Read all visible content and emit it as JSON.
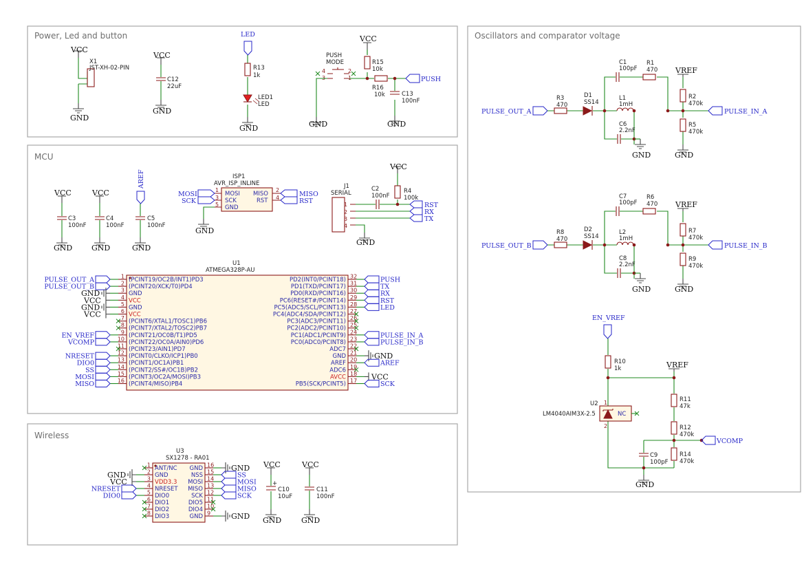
{
  "frames": {
    "power": "Power, Led and button",
    "mcu": "MCU",
    "wireless": "Wireless",
    "osc": "Oscillators and comparator voltage"
  },
  "power_nets": {
    "vcc": "VCC",
    "gnd": "GND",
    "vref": "VREF"
  },
  "power_section": {
    "x1_ref": "X1",
    "x1_val": "JST-XH-02-PIN",
    "c12_ref": "C12",
    "c12_val": "22uF",
    "led_net": "LED",
    "r13_ref": "R13",
    "r13_val": "1k",
    "led1_ref": "LED1",
    "led1_val": "LED",
    "button_ref": "PUSH",
    "button_val": "MODE",
    "r15_ref": "R15",
    "r15_val": "10k",
    "r16_ref": "R16",
    "r16_val": "10k",
    "c13_ref": "C13",
    "c13_val": "100nF",
    "push_net": "PUSH"
  },
  "mcu_section": {
    "c3_ref": "C3",
    "c3_val": "100nF",
    "c4_ref": "C4",
    "c4_val": "100nF",
    "c5_ref": "C5",
    "c5_val": "100nF",
    "aref_net": "AREF",
    "isp_ref": "ISP1",
    "isp_val": "AVR_ISP_INLINE",
    "isp_pins": [
      "MOSI",
      "SCK",
      "GND",
      "MISO",
      "RST"
    ],
    "isp_nets": [
      "MOSI",
      "SCK",
      "MISO",
      "RST"
    ],
    "j1_ref": "J1",
    "j1_val": "SERIAL",
    "c2_ref": "C2",
    "c2_val": "100nF",
    "r4_ref": "R4",
    "r4_val": "100k",
    "serial_nets": [
      "RST",
      "RX",
      "TX"
    ],
    "u1_ref": "U1",
    "u1_val": "ATMEGA328P-AU",
    "left_pins": [
      {
        "num": "1",
        "name": "(PCINT19/OC2B/INT1)PD3",
        "net": "PULSE_OUT_A"
      },
      {
        "num": "2",
        "name": "(PCINT20/XCK/T0)PD4",
        "net": "PULSE_OUT_B"
      },
      {
        "num": "3",
        "name": "GND",
        "net": "GND"
      },
      {
        "num": "4",
        "name": "VCC",
        "net": "VCC"
      },
      {
        "num": "5",
        "name": "GND",
        "net": "GND"
      },
      {
        "num": "6",
        "name": "VCC",
        "net": "VCC"
      },
      {
        "num": "7",
        "name": "(PCINT6/XTAL1/TOSC1)PB6",
        "net": ""
      },
      {
        "num": "8",
        "name": "(PCINT7/XTAL2/TOSC2)PB7",
        "net": ""
      },
      {
        "num": "9",
        "name": "(PCINT21/OC0B/T1)PD5",
        "net": "EN_VREF"
      },
      {
        "num": "10",
        "name": "(PCINT22/OC0A/AIN0)PD6",
        "net": "VCOMP"
      },
      {
        "num": "11",
        "name": "(PCINT23/AIN1)PD7",
        "net": ""
      },
      {
        "num": "12",
        "name": "(PCINT0/CLKO/ICP1)PB0",
        "net": "NRESET"
      },
      {
        "num": "13",
        "name": "(PCINT1/OC1A)PB1",
        "net": "DIO0"
      },
      {
        "num": "14",
        "name": "(PCINT2/SS#/OC1B)PB2",
        "net": "SS"
      },
      {
        "num": "15",
        "name": "(PCINT3/OC2A/MOSI)PB3",
        "net": "MOSI"
      },
      {
        "num": "16",
        "name": "(PCINT4/MISO)PB4",
        "net": "MISO"
      }
    ],
    "right_pins": [
      {
        "num": "32",
        "name": "PD2(INT0/PCINT18)",
        "net": "PUSH"
      },
      {
        "num": "31",
        "name": "PD1(TXD/PCINT17)",
        "net": "TX"
      },
      {
        "num": "30",
        "name": "PD0(RXD/PCINT16)",
        "net": "RX"
      },
      {
        "num": "29",
        "name": "PC6(RESET#/PCINT14)",
        "net": "RST"
      },
      {
        "num": "28",
        "name": "PC5(ADC5/SCL/PCINT13)",
        "net": "LED"
      },
      {
        "num": "27",
        "name": "PC4(ADC4/SDA/PCINT12)",
        "net": ""
      },
      {
        "num": "26",
        "name": "PC3(ADC3/PCINT11)",
        "net": ""
      },
      {
        "num": "25",
        "name": "PC2(ADC2/PCINT10)",
        "net": ""
      },
      {
        "num": "24",
        "name": "PC1(ADC1/PCINT9)",
        "net": "PULSE_IN_A"
      },
      {
        "num": "23",
        "name": "PC0(ADC0/PCINT8)",
        "net": "PULSE_IN_B"
      },
      {
        "num": "22",
        "name": "ADC7",
        "net": ""
      },
      {
        "num": "21",
        "name": "GND",
        "net": "GND"
      },
      {
        "num": "20",
        "name": "AREF",
        "net": "AREF"
      },
      {
        "num": "19",
        "name": "ADC6",
        "net": ""
      },
      {
        "num": "18",
        "name": "AVCC",
        "net": "VCC"
      },
      {
        "num": "17",
        "name": "PB5(SCK/PCINT5)",
        "net": "SCK"
      }
    ]
  },
  "wireless_section": {
    "u3_ref": "U3",
    "u3_val": "SX1278 - RA01",
    "left_pins": [
      {
        "num": "1",
        "name": "ANT/NC",
        "net": ""
      },
      {
        "num": "2",
        "name": "GND",
        "net": "GND"
      },
      {
        "num": "3",
        "name": "VDD3.3",
        "net": "VCC"
      },
      {
        "num": "4",
        "name": "NRESET",
        "net": "NRESET"
      },
      {
        "num": "5",
        "name": "DIO0",
        "net": "DIO0"
      },
      {
        "num": "6",
        "name": "DIO1",
        "net": ""
      },
      {
        "num": "7",
        "name": "DIO2",
        "net": ""
      },
      {
        "num": "8",
        "name": "DIO3",
        "net": ""
      }
    ],
    "right_pins": [
      {
        "num": "16",
        "name": "GND",
        "net": "GND"
      },
      {
        "num": "15",
        "name": "NSS",
        "net": "SS"
      },
      {
        "num": "14",
        "name": "MOSI",
        "net": "MOSI"
      },
      {
        "num": "13",
        "name": "MISO",
        "net": "MISO"
      },
      {
        "num": "12",
        "name": "SCK",
        "net": "SCK"
      },
      {
        "num": "11",
        "name": "DIO5",
        "net": ""
      },
      {
        "num": "10",
        "name": "DIO4",
        "net": ""
      },
      {
        "num": "9",
        "name": "GND",
        "net": "GND"
      }
    ],
    "c10_ref": "C10",
    "c10_val": "10uF",
    "c11_ref": "C11",
    "c11_val": "100nF"
  },
  "osc_section": {
    "channel_a": {
      "in_net": "PULSE_OUT_A",
      "out_net": "PULSE_IN_A",
      "r_in_ref": "R3",
      "r_in_val": "470",
      "d_ref": "D1",
      "d_val": "SS14",
      "c_top_ref": "C1",
      "c_top_val": "100pF",
      "r_top_ref": "R1",
      "r_top_val": "470",
      "l_ref": "L1",
      "l_val": "1mH",
      "c_bot_ref": "C6",
      "c_bot_val": "2.2nF",
      "r_up_ref": "R2",
      "r_up_val": "470k",
      "r_dn_ref": "R5",
      "r_dn_val": "470k"
    },
    "channel_b": {
      "in_net": "PULSE_OUT_B",
      "out_net": "PULSE_IN_B",
      "r_in_ref": "R8",
      "r_in_val": "470",
      "d_ref": "D2",
      "d_val": "SS14",
      "c_top_ref": "C7",
      "c_top_val": "100pF",
      "r_top_ref": "R6",
      "r_top_val": "470",
      "l_ref": "L2",
      "l_val": "1mH",
      "c_bot_ref": "C8",
      "c_bot_val": "2.2nF",
      "r_up_ref": "R7",
      "r_up_val": "470k",
      "r_dn_ref": "R9",
      "r_dn_val": "470k"
    },
    "vref_block": {
      "en_net": "EN_VREF",
      "r10_ref": "R10",
      "r10_val": "1k",
      "u2_ref": "U2",
      "u2_val": "LM4040AIM3X-2.5",
      "u2_nc": "NC",
      "r11_ref": "R11",
      "r11_val": "47k",
      "r12_ref": "R12",
      "r12_val": "470k",
      "r14_ref": "R14",
      "r14_val": "470k",
      "c9_ref": "C9",
      "c9_val": "100pF",
      "vcomp_net": "VCOMP"
    }
  }
}
